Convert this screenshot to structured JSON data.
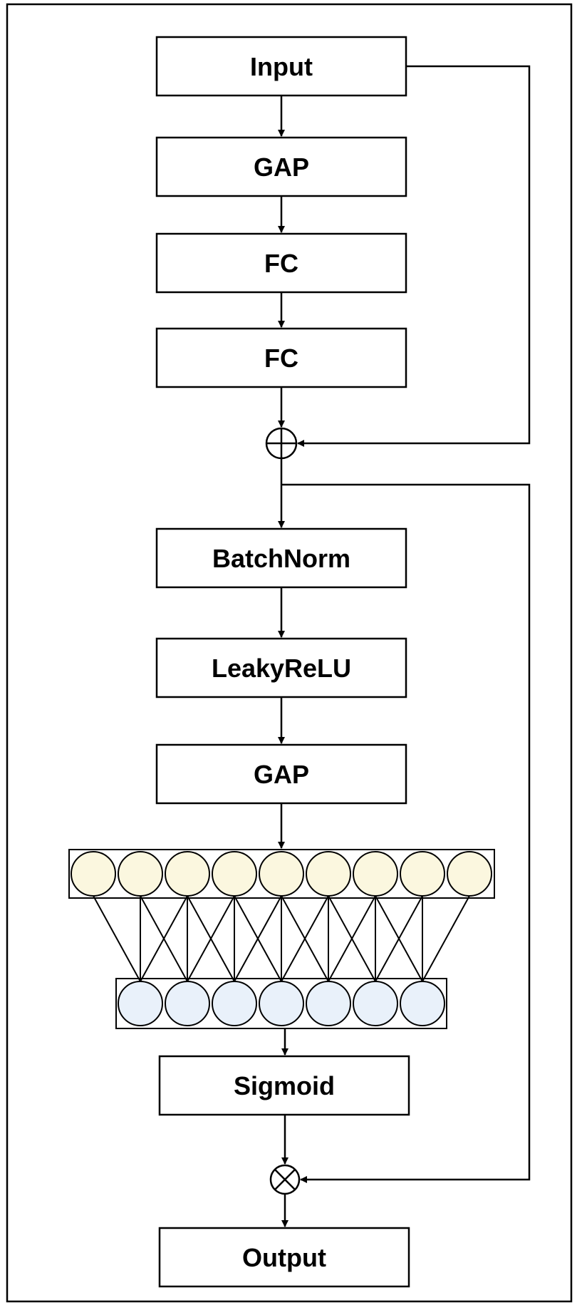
{
  "blocks": {
    "input": "Input",
    "gap1": "GAP",
    "fc1": "FC",
    "fc2": "FC",
    "batchnorm": "BatchNorm",
    "leakyrelu": "LeakyReLU",
    "gap2": "GAP",
    "sigmoid": "Sigmoid",
    "output": "Output"
  },
  "neurons": {
    "top_layer_count": 9,
    "bottom_layer_count": 7,
    "top_color": "#fbf7df",
    "bottom_color": "#e9f1fa"
  },
  "operators": {
    "add": "add-operator",
    "multiply": "multiply-operator"
  }
}
